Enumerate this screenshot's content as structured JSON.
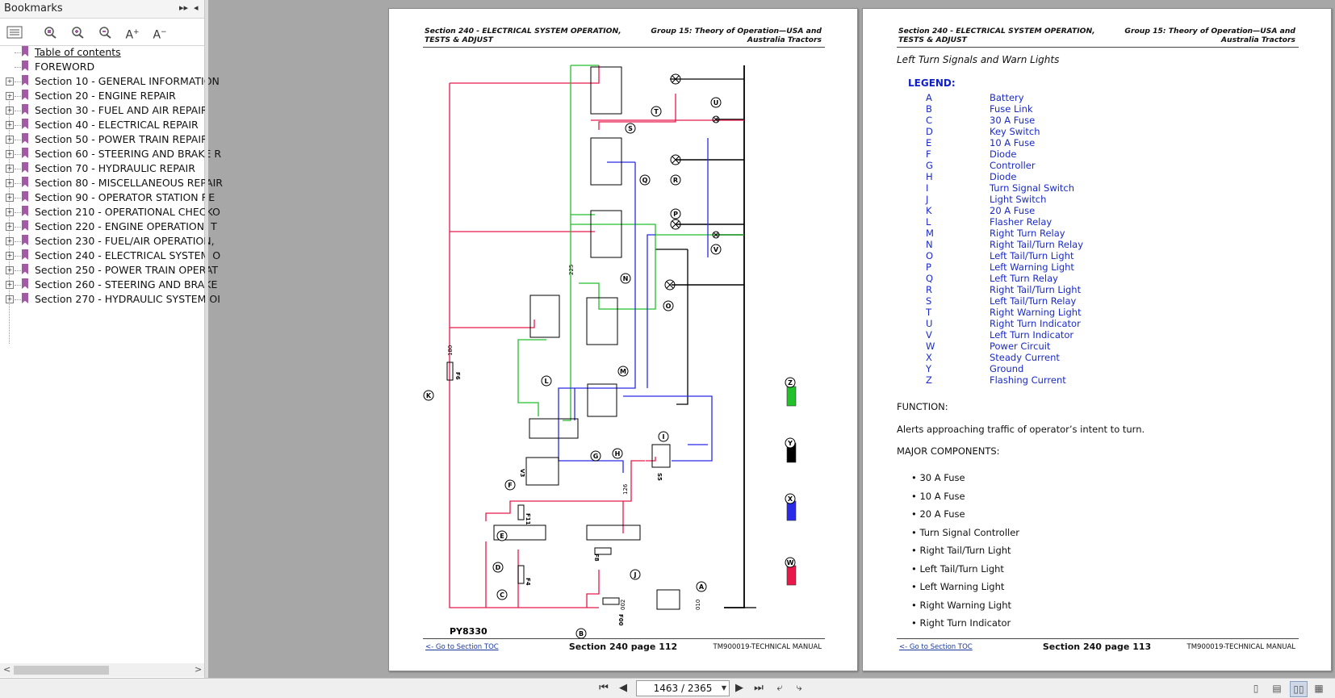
{
  "sidebar": {
    "title": "Bookmarks",
    "items": [
      {
        "label": "Table of contents",
        "expandable": false,
        "link": true
      },
      {
        "label": "FOREWORD",
        "expandable": false,
        "link": false
      },
      {
        "label": "Section 10 - GENERAL INFORMATION",
        "expandable": true
      },
      {
        "label": "Section 20 - ENGINE REPAIR",
        "expandable": true
      },
      {
        "label": "Section 30 - FUEL AND AIR REPAIR",
        "expandable": true
      },
      {
        "label": "Section 40 - ELECTRICAL REPAIR",
        "expandable": true
      },
      {
        "label": "Section 50 - POWER TRAIN REPAIR",
        "expandable": true
      },
      {
        "label": "Section 60 - STEERING AND BRAKE R",
        "expandable": true
      },
      {
        "label": "Section 70 - HYDRAULIC REPAIR",
        "expandable": true
      },
      {
        "label": "Section 80 - MISCELLANEOUS REPAIR",
        "expandable": true
      },
      {
        "label": "Section 90 - OPERATOR STATION RE",
        "expandable": true
      },
      {
        "label": "Section 210 - OPERATIONAL CHECKO",
        "expandable": true
      },
      {
        "label": "Section 220 - ENGINE OPERATION, T",
        "expandable": true
      },
      {
        "label": "Section 230 - FUEL/AIR OPERATION,",
        "expandable": true
      },
      {
        "label": "Section 240 - ELECTRICAL SYSTEM O",
        "expandable": true
      },
      {
        "label": "Section 250 - POWER TRAIN OPERAT",
        "expandable": true
      },
      {
        "label": "Section 260 - STEERING AND BRAKE",
        "expandable": true
      },
      {
        "label": "Section 270 - HYDRAULIC SYSTEM OI",
        "expandable": true
      }
    ]
  },
  "left_page": {
    "header_left": "Section 240 - ELECTRICAL SYSTEM OPERATION, TESTS & ADJUST",
    "header_right": "Group 15: Theory of Operation—USA and Australia Tractors",
    "figure_id": "PY8330",
    "footer_link": "<- Go to Section TOC",
    "footer_page": "Section 240 page 112",
    "footer_manual": "TM900019-TECHNICAL MANUAL",
    "diagram_labels": [
      "A",
      "B",
      "C",
      "D",
      "E",
      "F",
      "G",
      "H",
      "I",
      "J",
      "K",
      "L",
      "M",
      "N",
      "O",
      "P",
      "Q",
      "R",
      "S",
      "T",
      "U",
      "V",
      "W",
      "X",
      "Y",
      "Z"
    ],
    "wire_numbers": [
      "002",
      "010",
      "126",
      "180",
      "225"
    ],
    "component_codes": [
      "F6",
      "F4",
      "F11",
      "V3",
      "S5",
      "F8",
      "F00"
    ],
    "color_key": [
      {
        "label": "Z",
        "color": "#22c02a"
      },
      {
        "label": "Y",
        "color": "#000000"
      },
      {
        "label": "X",
        "color": "#2a2ae8"
      },
      {
        "label": "W",
        "color": "#e8184a"
      }
    ]
  },
  "right_page": {
    "header_left": "Section 240 - ELECTRICAL SYSTEM OPERATION, TESTS & ADJUST",
    "header_right": "Group 15: Theory of Operation—USA and Australia Tractors",
    "title": "Left Turn Signals and Warn Lights",
    "legend_title": "LEGEND:",
    "legend": [
      {
        "key": "A",
        "value": "Battery"
      },
      {
        "key": "B",
        "value": "Fuse Link"
      },
      {
        "key": "C",
        "value": "30 A Fuse"
      },
      {
        "key": "D",
        "value": "Key Switch"
      },
      {
        "key": "E",
        "value": "10 A Fuse"
      },
      {
        "key": "F",
        "value": "Diode"
      },
      {
        "key": "G",
        "value": "Controller"
      },
      {
        "key": "H",
        "value": "Diode"
      },
      {
        "key": "I",
        "value": "Turn Signal Switch"
      },
      {
        "key": "J",
        "value": "Light Switch"
      },
      {
        "key": "K",
        "value": "20 A Fuse"
      },
      {
        "key": "L",
        "value": "Flasher Relay"
      },
      {
        "key": "M",
        "value": "Right Turn Relay"
      },
      {
        "key": "N",
        "value": "Right Tail/Turn Relay"
      },
      {
        "key": "O",
        "value": "Left Tail/Turn Light"
      },
      {
        "key": "P",
        "value": "Left Warning Light"
      },
      {
        "key": "Q",
        "value": "Left Turn Relay"
      },
      {
        "key": "R",
        "value": "Right Tail/Turn Light"
      },
      {
        "key": "S",
        "value": "Left Tail/Turn Relay"
      },
      {
        "key": "T",
        "value": "Right Warning Light"
      },
      {
        "key": "U",
        "value": "Right Turn Indicator"
      },
      {
        "key": "V",
        "value": "Left Turn Indicator"
      },
      {
        "key": "W",
        "value": "Power Circuit"
      },
      {
        "key": "X",
        "value": "Steady Current"
      },
      {
        "key": "Y",
        "value": "Ground"
      },
      {
        "key": "Z",
        "value": "Flashing Current"
      }
    ],
    "function_heading": "FUNCTION:",
    "function_text": "Alerts approaching traffic of operator’s intent to turn.",
    "major_heading": "MAJOR COMPONENTS:",
    "major_components": [
      "30 A Fuse",
      "10 A Fuse",
      "20 A Fuse",
      "Turn Signal Controller",
      "Right Tail/Turn Light",
      "Left Tail/Turn Light",
      "Left Warning Light",
      "Right Warning Light",
      "Right Turn Indicator"
    ],
    "footer_link": "<- Go to Section TOC",
    "footer_page": "Section 240 page 113",
    "footer_manual": "TM900019-TECHNICAL MANUAL"
  },
  "bottombar": {
    "page_indicator": "1463 / 2365"
  },
  "colors": {
    "power": "#e8184a",
    "steady": "#2a2ae8",
    "ground": "#000000",
    "flashing": "#22c02a",
    "legend_text": "#1a2ac8"
  }
}
